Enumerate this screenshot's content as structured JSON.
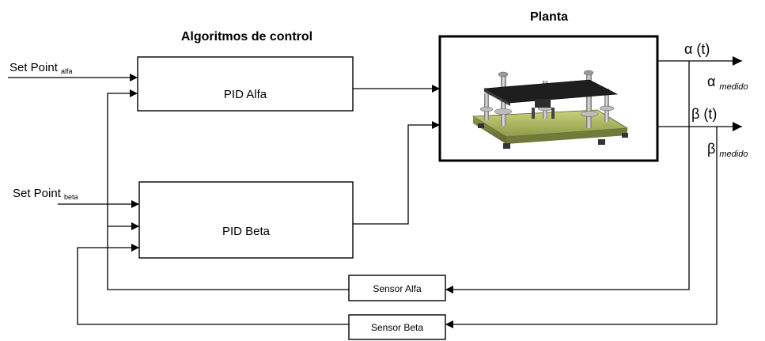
{
  "section_title_control": "Algoritmos de control",
  "section_title_plant": "Planta",
  "inputs": {
    "setpoint_alfa": {
      "main": "Set Point",
      "sub": "alfa"
    },
    "setpoint_beta": {
      "main": "Set Point",
      "sub": "beta"
    }
  },
  "blocks": {
    "pid_alfa": "PID Alfa",
    "pid_beta": "PID Beta",
    "sensor_alfa": "Sensor Alfa",
    "sensor_beta": "Sensor Beta"
  },
  "outputs": {
    "alpha_t": "α (t)",
    "beta_t": "β (t)",
    "alpha_measured": {
      "main": "α",
      "sub": "medido"
    },
    "beta_measured": {
      "main": "β",
      "sub": "medido"
    }
  }
}
